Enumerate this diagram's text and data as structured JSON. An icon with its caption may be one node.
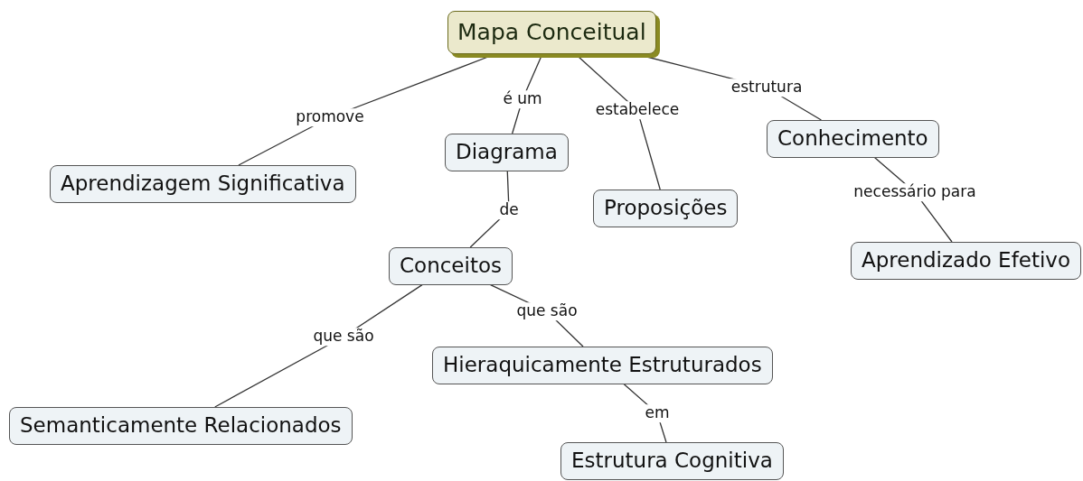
{
  "diagram": {
    "nodes": [
      {
        "text": [
          "Mapa Conceitual"
        ]
      },
      {
        "text": [
          "Aprendizagem Significativa"
        ]
      },
      {
        "text": [
          "Diagrama"
        ]
      },
      {
        "text": [
          "Proposições"
        ]
      },
      {
        "text": [
          "Conhecimento"
        ]
      },
      {
        "text": [
          "Conceitos"
        ]
      },
      {
        "text": [
          "Aprendizado Efetivo"
        ]
      },
      {
        "text": [
          "Hieraquicamente Estruturados"
        ]
      },
      {
        "text": [
          "Semanticamente Relacionados"
        ]
      },
      {
        "text": [
          "Estrutura Cognitiva"
        ]
      }
    ],
    "edges": [
      {
        "from": 0,
        "to": 1,
        "arrow": "none",
        "label": "promove"
      },
      {
        "from": 0,
        "to": 2,
        "arrow": "none",
        "label": "é um"
      },
      {
        "from": 0,
        "to": 3,
        "arrow": "none",
        "label": "estabelece"
      },
      {
        "from": 0,
        "to": 4,
        "arrow": "none",
        "label": "estrutura"
      },
      {
        "from": 2,
        "to": 5,
        "arrow": "none",
        "label": "de"
      },
      {
        "from": 4,
        "to": 6,
        "arrow": "none",
        "label": "necessário para"
      },
      {
        "from": 5,
        "to": 8,
        "arrow": "none",
        "label": "que são"
      },
      {
        "from": 5,
        "to": 7,
        "arrow": "none",
        "label": "que são"
      },
      {
        "from": 7,
        "to": 9,
        "arrow": "none",
        "label": "em"
      }
    ]
  }
}
